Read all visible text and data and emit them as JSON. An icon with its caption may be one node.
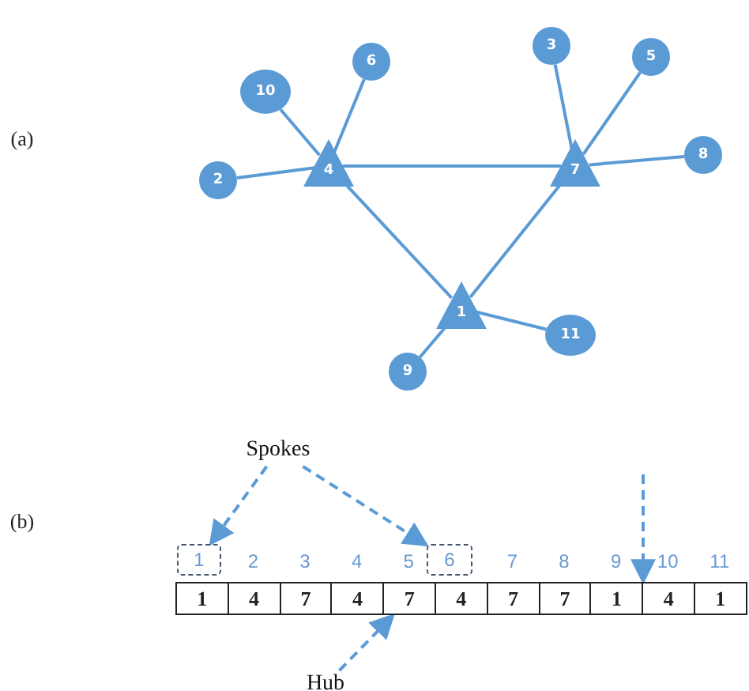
{
  "diagram": {
    "nodes": [
      {
        "text": [
          "3"
        ]
      },
      {
        "text": [
          "5"
        ]
      },
      {
        "text": [
          "6"
        ]
      },
      {
        "text": [
          "10"
        ]
      },
      {
        "text": [
          "4"
        ]
      },
      {
        "text": [
          "7"
        ]
      },
      {
        "text": [
          "2"
        ]
      },
      {
        "text": [
          "8"
        ]
      },
      {
        "text": [
          "1"
        ]
      },
      {
        "text": [
          "11"
        ]
      },
      {
        "text": [
          "9"
        ]
      },
      {
        "text": [
          "Spokes"
        ]
      },
      {
        "text": [
          "1"
        ]
      },
      {
        "text": [
          "6"
        ]
      },
      {
        "text": [
          "1"
        ]
      },
      {
        "text": [
          "4"
        ]
      },
      {
        "text": [
          "7"
        ]
      },
      {
        "text": [
          "4"
        ]
      },
      {
        "text": [
          "7"
        ]
      },
      {
        "text": [
          "4"
        ]
      },
      {
        "text": [
          "7"
        ]
      },
      {
        "text": [
          "7"
        ]
      },
      {
        "text": [
          "1"
        ]
      },
      {
        "text": [
          "4"
        ]
      },
      {
        "text": [
          "1"
        ]
      },
      {
        "text": [
          "Hub"
        ]
      }
    ],
    "edges": [
      {
        "from": 4,
        "to": 3,
        "arrow": "none"
      },
      {
        "from": 4,
        "to": 2,
        "arrow": "none"
      },
      {
        "from": 4,
        "to": 6,
        "arrow": "none"
      },
      {
        "from": 4,
        "to": 5,
        "arrow": "none"
      },
      {
        "from": 4,
        "to": 8,
        "arrow": "none"
      },
      {
        "from": 5,
        "to": 0,
        "arrow": "none"
      },
      {
        "from": 5,
        "to": 1,
        "arrow": "none"
      },
      {
        "from": 5,
        "to": 7,
        "arrow": "none"
      },
      {
        "from": 5,
        "to": 8,
        "arrow": "none"
      },
      {
        "from": 8,
        "to": 9,
        "arrow": "none"
      },
      {
        "from": 8,
        "to": 10,
        "arrow": "none"
      },
      {
        "from": 11,
        "to": 12,
        "arrow": "to",
        "style": "dashed"
      },
      {
        "from": 11,
        "to": 13,
        "arrow": "to",
        "style": "dashed"
      },
      {
        "from": 25,
        "to": 18,
        "arrow": "to",
        "style": "dashed"
      },
      {
        "from": null,
        "to": 23,
        "arrow": "to",
        "style": "dashed"
      }
    ],
    "labels": [
      "(a)",
      "(b)",
      "2",
      "3",
      "4",
      "5",
      "7",
      "8",
      "9",
      "10",
      "11"
    ]
  }
}
